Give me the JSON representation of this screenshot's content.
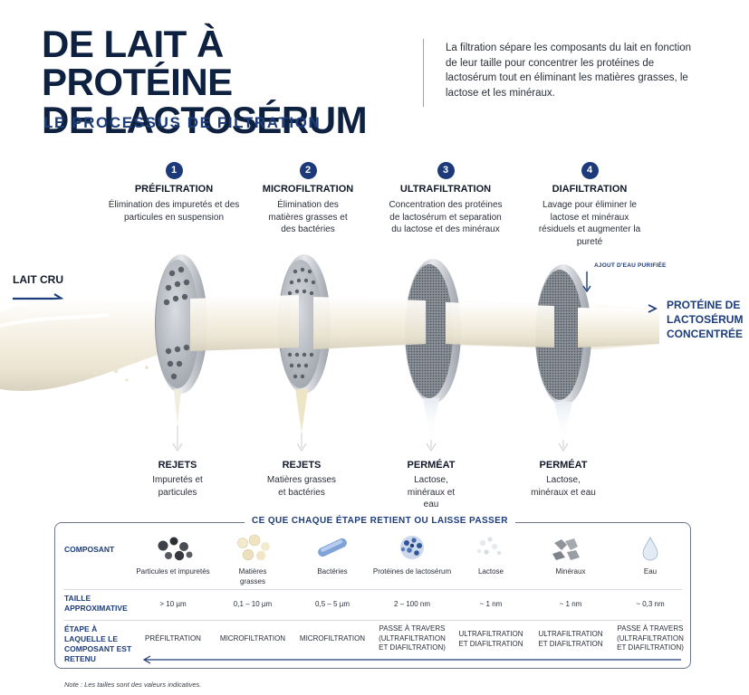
{
  "header": {
    "title_line1": "DE LAIT À PROTÉINE",
    "title_line2": "DE LACTOSÉRUM",
    "subtitle": "LE PROCESSUS DE FILTRATION",
    "intro": "La filtration sépare les composants du lait en fonction de leur taille pour concentrer les protéines de lactosérum tout en éliminant les matières grasses, le lactose et les minéraux."
  },
  "steps": [
    {
      "num": "1",
      "name": "PRÉFILTRATION",
      "desc": "Élimination des impuretés et des particules en suspension",
      "out_name": "REJETS",
      "out_desc": "Impuretés et particules"
    },
    {
      "num": "2",
      "name": "MICROFILTRATION",
      "desc": "Élimination des matières grasses et des bactéries",
      "out_name": "REJETS",
      "out_desc": "Matières grasses et bactéries"
    },
    {
      "num": "3",
      "name": "ULTRAFILTRATION",
      "desc": "Concentration des protéines de lactosérum et separation du lactose et des minéraux",
      "out_name": "PERMÉAT",
      "out_desc": "Lactose, minéraux et eau"
    },
    {
      "num": "4",
      "name": "DIAFILTRATION",
      "desc": "Lavage pour éliminer le lactose et minéraux résiduels et augmenter la pureté",
      "out_name": "PERMÉAT",
      "out_desc": "Lactose, minéraux et eau"
    }
  ],
  "flow": {
    "input_label": "LAIT CRU",
    "output_label": "PROTÉINE DE LACTOSÉRUM CONCENTRÉE",
    "water_label": "AJOUT D'EAU PURIFIÉE"
  },
  "table": {
    "title": "CE QUE CHAQUE ÉTAPE RETIENT OU LAISSE PASSER",
    "row_component": "COMPOSANT",
    "row_size": "TAILLE APPROXIMATIVE",
    "row_stage": "ÉTAPE À LAQUELLE LE COMPOSANT EST RETENU",
    "columns": [
      {
        "icon": "particles-icon",
        "component": "Particules et impuretés",
        "size": "> 10 µm",
        "stage": "PRÉFILTRATION"
      },
      {
        "icon": "fat-globules-icon",
        "component": "Matières grasses",
        "size": "0,1 – 10 µm",
        "stage": "MICROFILTRATION"
      },
      {
        "icon": "bacteria-icon",
        "component": "Bactéries",
        "size": "0,5 – 5 µm",
        "stage": "MICROFILTRATION"
      },
      {
        "icon": "protein-icon",
        "component": "Protéines de lactosérum",
        "size": "2 – 100 nm",
        "stage": "PASSE À TRAVERS (ULTRAFILTRATION ET DIAFILTRATION)"
      },
      {
        "icon": "lactose-icon",
        "component": "Lactose",
        "size": "~ 1 nm",
        "stage": "ULTRAFILTRATION ET DIAFILTRATION"
      },
      {
        "icon": "minerals-icon",
        "component": "Minéraux",
        "size": "~ 1 nm",
        "stage": "ULTRAFILTRATION ET DIAFILTRATION"
      },
      {
        "icon": "water-drop-icon",
        "component": "Eau",
        "size": "~ 0,3 nm",
        "stage": "PASSE À TRAVERS (ULTRAFILTRATION ET DIAFILTRATION)"
      }
    ],
    "note": "Note : Les tailles sont des valeurs indicatives."
  },
  "colors": {
    "navy": "#0e2140",
    "accent": "#1d3d7a",
    "milk": "#f2ede0",
    "steel": "#b9bec6"
  }
}
